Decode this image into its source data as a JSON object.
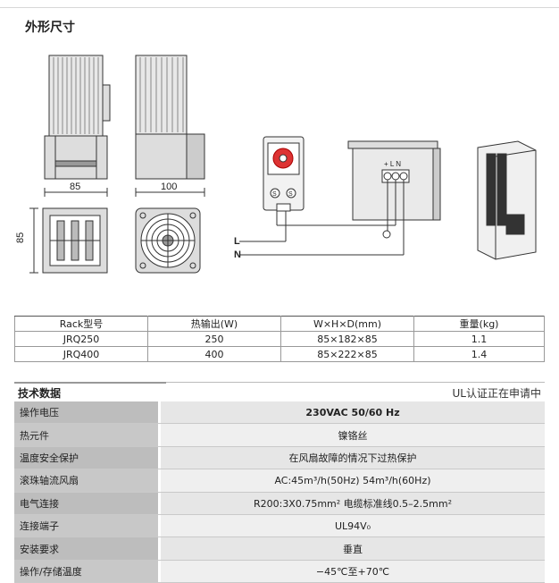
{
  "section_title": "外形尺寸",
  "drawing_labels": {
    "width_dim": "85",
    "depth_dim": "100",
    "height_dim": "85",
    "line_L": "L",
    "line_N": "N",
    "terminal_labels": "+ L N",
    "thermostat_s1": "S",
    "thermostat_s2": "S"
  },
  "dimension_table": {
    "headers": [
      "Rack型号",
      "热输出(W)",
      "W×H×D(mm)",
      "重量(kg)"
    ],
    "rows": [
      [
        "JRQ250",
        "250",
        "85×182×85",
        "1.1"
      ],
      [
        "JRQ400",
        "400",
        "85×222×85",
        "1.4"
      ]
    ]
  },
  "spec_title": "技术数据",
  "spec_note": "UL认证正在申请中",
  "specs": [
    {
      "label": "操作电压",
      "value": "230VAC 50/60 Hz"
    },
    {
      "label": "热元件",
      "value": "镍铬丝"
    },
    {
      "label": "温度安全保护",
      "value": "在风扇故障的情况下过热保护"
    },
    {
      "label": "滚珠轴流风扇",
      "value": "AC:45m³/h(50Hz)  54m³/h(60Hz)"
    },
    {
      "label": "电气连接",
      "value": "R200:3X0.75mm² 电缆标准线0.5–2.5mm²"
    },
    {
      "label": "连接端子",
      "value": "UL94V₀"
    },
    {
      "label": "安装要求",
      "value": "垂直"
    },
    {
      "label": "操作/存储温度",
      "value": "−45℃至+70℃"
    }
  ]
}
